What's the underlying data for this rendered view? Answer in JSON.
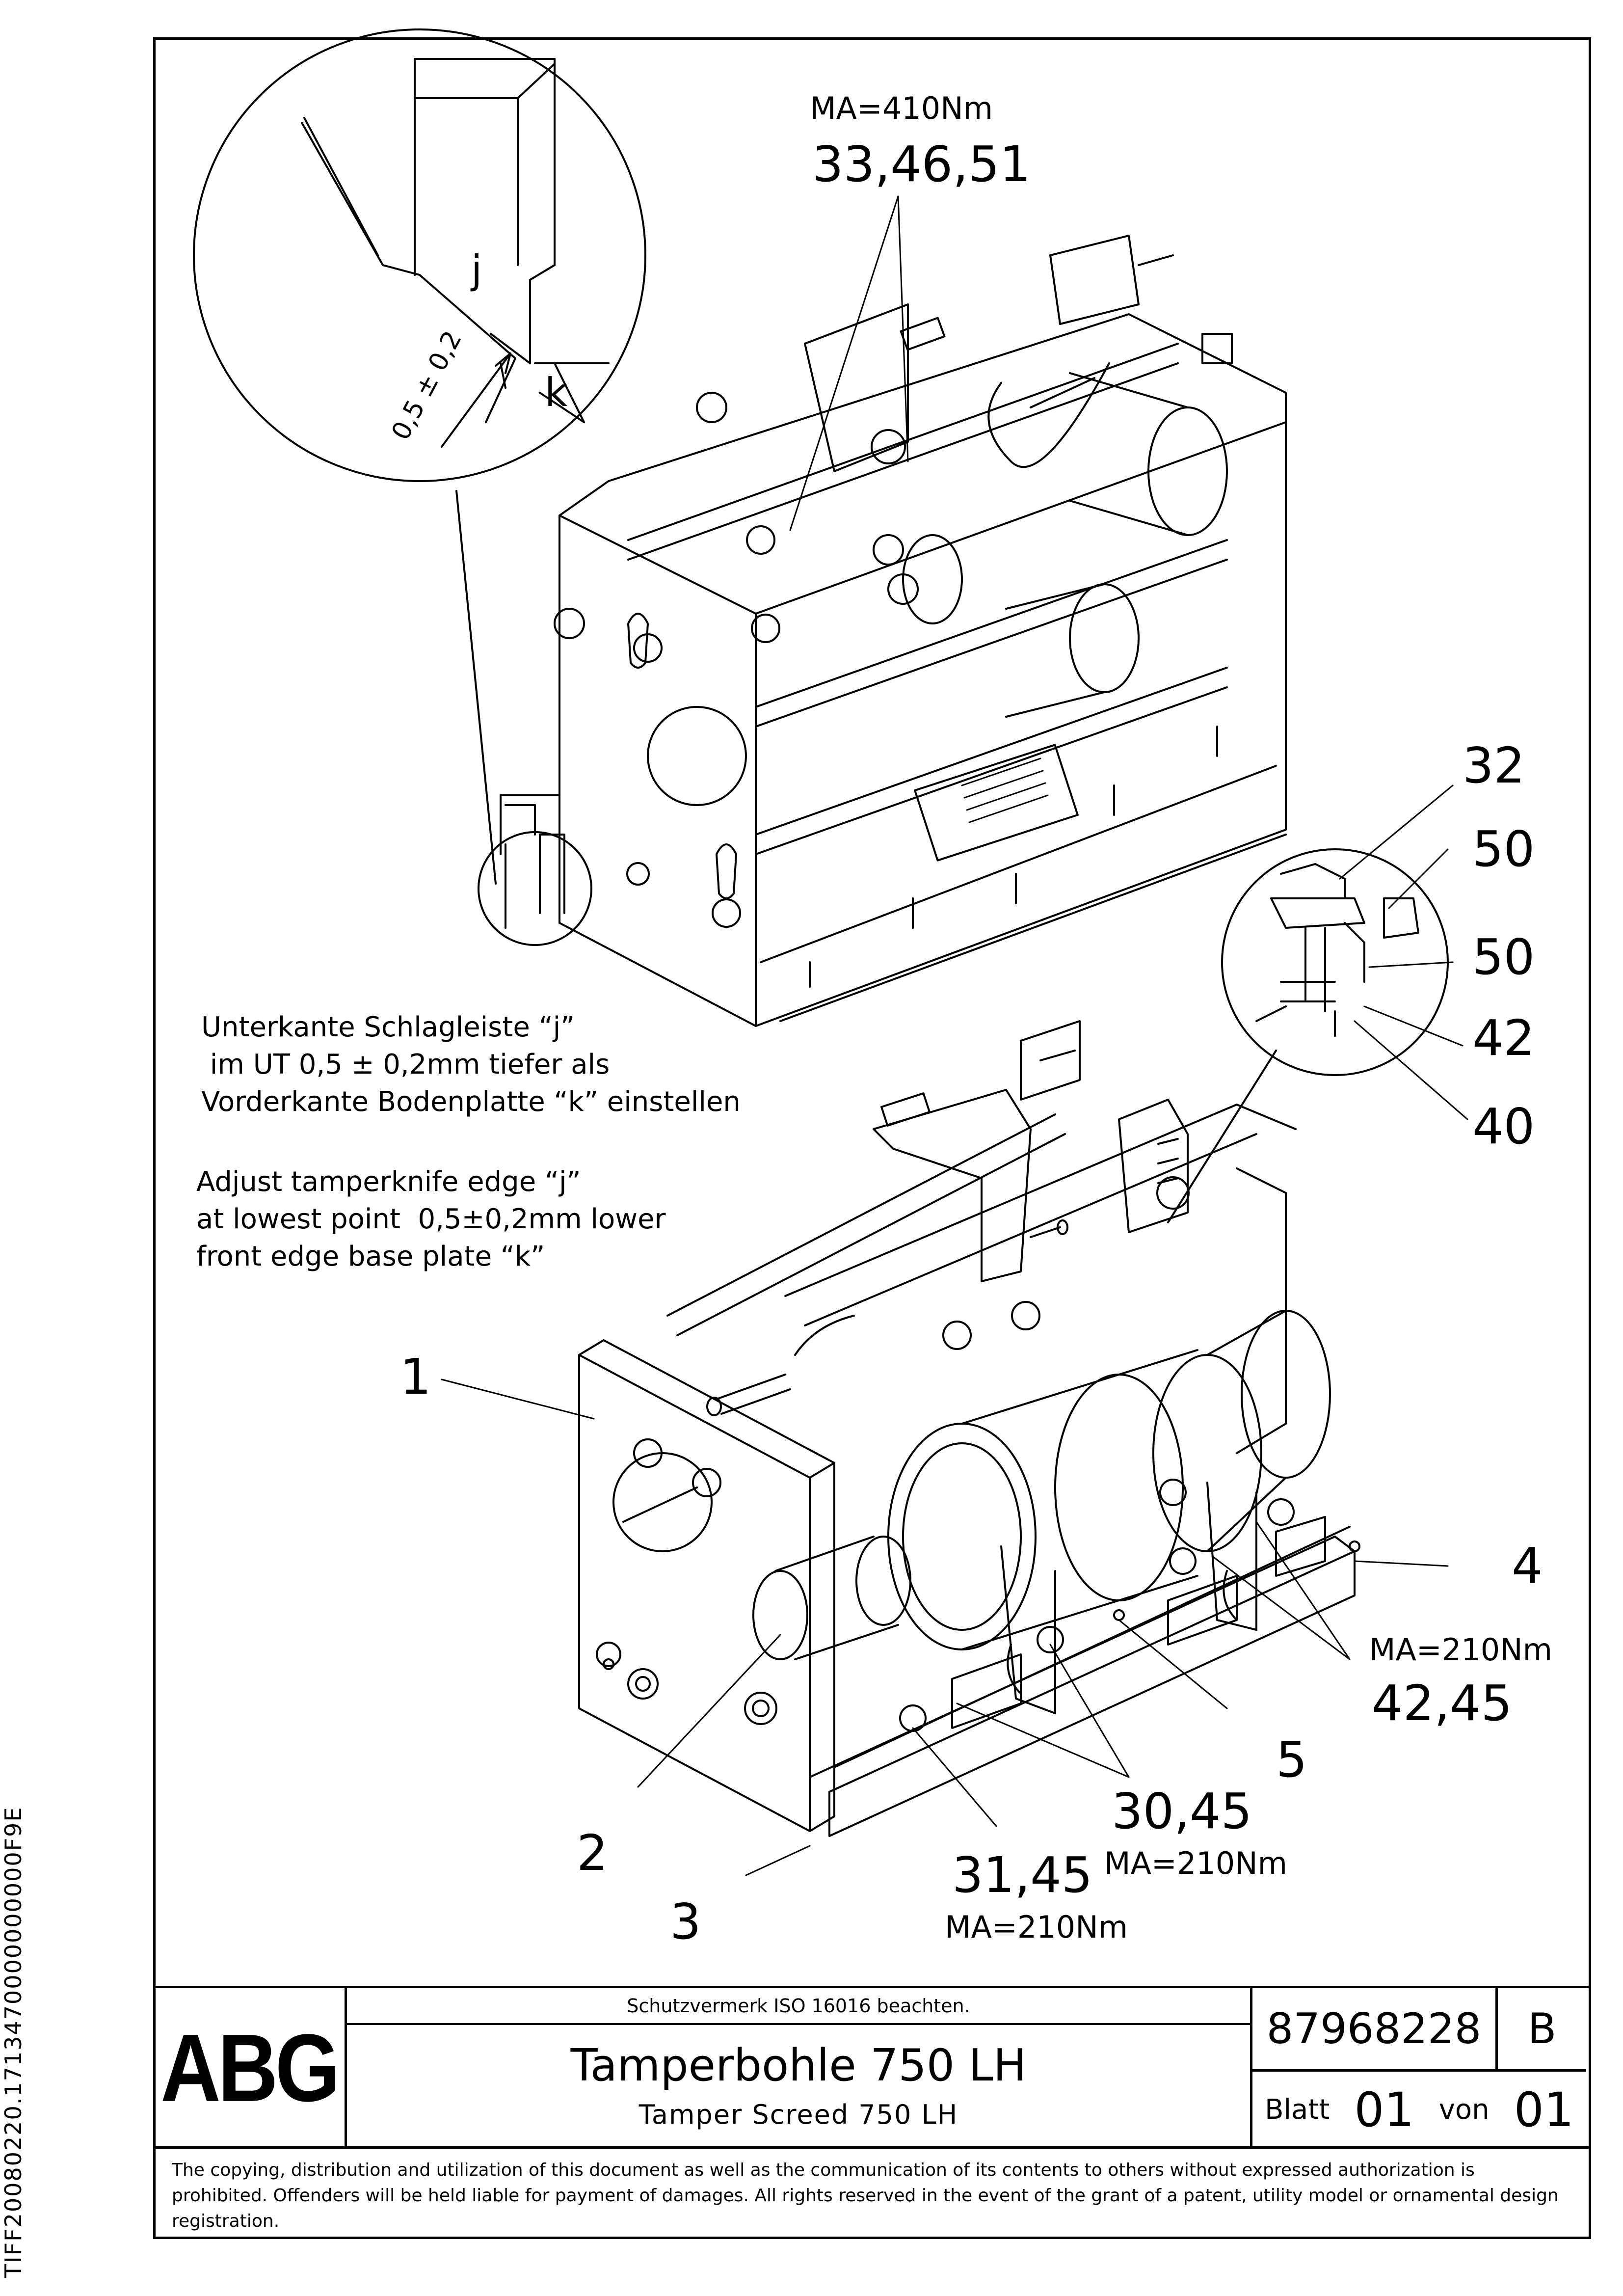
{
  "callouts": {
    "torque_top": "MA=410Nm",
    "part_top": "33,46,51",
    "j": "j",
    "k": "k",
    "tolerance": "0,5 ± 0,2",
    "p32": "32",
    "p50a": "50",
    "p50b": "50",
    "p42": "42",
    "p40": "40",
    "p1": "1",
    "p2": "2",
    "p3": "3",
    "p4": "4",
    "p5": "5",
    "torque_right": "MA=210Nm",
    "part_right": "42,45",
    "part_3045": "30,45",
    "torque_3045": "MA=210Nm",
    "part_3145": "31,45",
    "torque_3145": "MA=210Nm"
  },
  "notes": {
    "german": "Unterkante Schlagleiste “j”\n im UT 0,5 ± 0,2mm tiefer als\nVorderkante Bodenplatte “k” einstellen",
    "english": "Adjust tamperknife edge “j”\nat lowest point  0,5±0,2mm lower\nfront edge base plate “k”"
  },
  "title_block": {
    "logo": "ABG",
    "protection_note": "Schutzvermerk ISO 16016 beachten.",
    "title_de": "Tamperbohle 750 LH",
    "title_en": "Tamper Screed 750 LH",
    "drawing_number": "87968228",
    "revision": "B",
    "sheet_label": "Blatt",
    "sheet_value": "01",
    "of_label": "von",
    "of_value": "01"
  },
  "copyright": "The copying, distribution and utilization of this document as well as the communication of its contents to others without expressed authorization is prohibited. Offenders will be held liable for payment of damages. All rights reserved in the event of the grant of a patent, utility model or ornamental design registration.",
  "side_code": "TIFF20080220.1713470000000000F9E"
}
